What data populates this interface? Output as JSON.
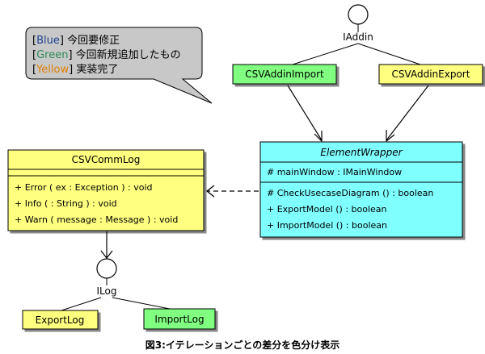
{
  "legend": {
    "blue_tag": "Blue",
    "blue_text": "今回要修正",
    "green_tag": "Green",
    "green_text": "今回新規追加したもの",
    "yellow_tag": "Yellow",
    "yellow_text": "実装完了",
    "blue_color": "#1f3f8f",
    "green_color": "#2e8b57",
    "yellow_color": "#e08000"
  },
  "interfaces": {
    "iaddin": "IAddin",
    "ilog": "ILog"
  },
  "classes": {
    "csv_addin_import": "CSVAddinImport",
    "csv_addin_export": "CSVAddinExport",
    "element_wrapper": {
      "name": "ElementWrapper",
      "attribute": "# mainWindow : IMainWindow",
      "operations": [
        "# CheckUsecaseDiagram () : boolean",
        "+ ExportModel () : boolean",
        "+ ImportModel () : boolean"
      ]
    },
    "csv_comm_log": {
      "name": "CSVCommLog",
      "operations": [
        "+ Error ( ex : Exception ) : void",
        "+ Info ( : String ) : void",
        "+ Warn ( message : Message ) : void"
      ]
    },
    "export_log": "ExportLog",
    "import_log": "ImportLog"
  },
  "colors": {
    "green_fill": "#80ff80",
    "yellow_fill": "#ffff80",
    "cyan_fill": "#80ffff",
    "callout_fill": "#c8c8c8"
  },
  "caption": "図3:イテレーションごとの差分を色分け表示"
}
